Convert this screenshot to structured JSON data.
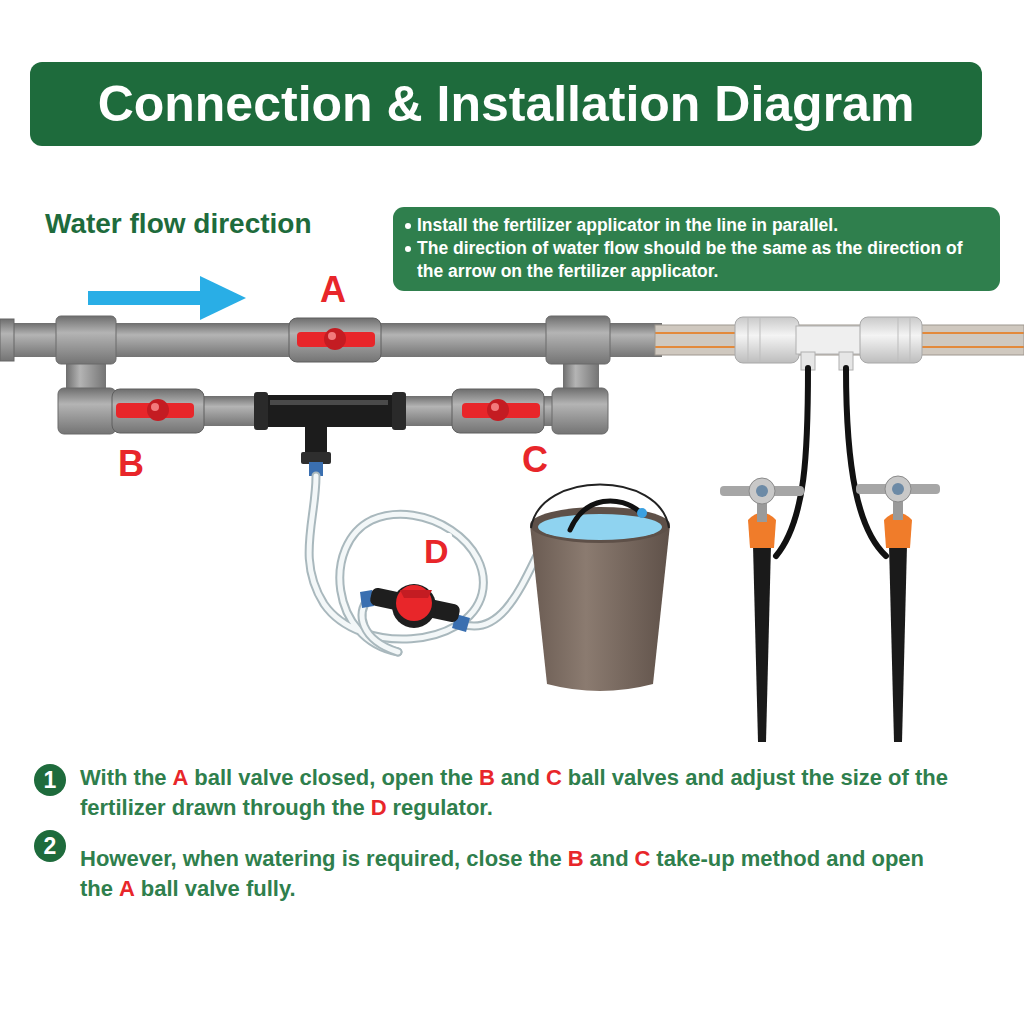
{
  "diagram": {
    "title": "Connection & Installation Diagram",
    "nodes": [
      {
        "text": [
          "Install the fertilizer applicator in the line in parallel.",
          "The direction of water flow should be the same as the direction of the arrow on the fertilizer applicator."
        ]
      }
    ],
    "labels": [
      "Water flow direction",
      "A",
      "B",
      "C",
      "D",
      "1",
      "With the",
      "A",
      "ball valve closed, open the",
      "B",
      "and",
      "C",
      "ball valves and adjust the size of the fertilizer drawn through the",
      "D",
      "regulator.",
      "2",
      "However, when watering is required, close the",
      "B",
      "and",
      "C",
      "take-up method and open the",
      "A",
      "ball valve fully."
    ]
  }
}
